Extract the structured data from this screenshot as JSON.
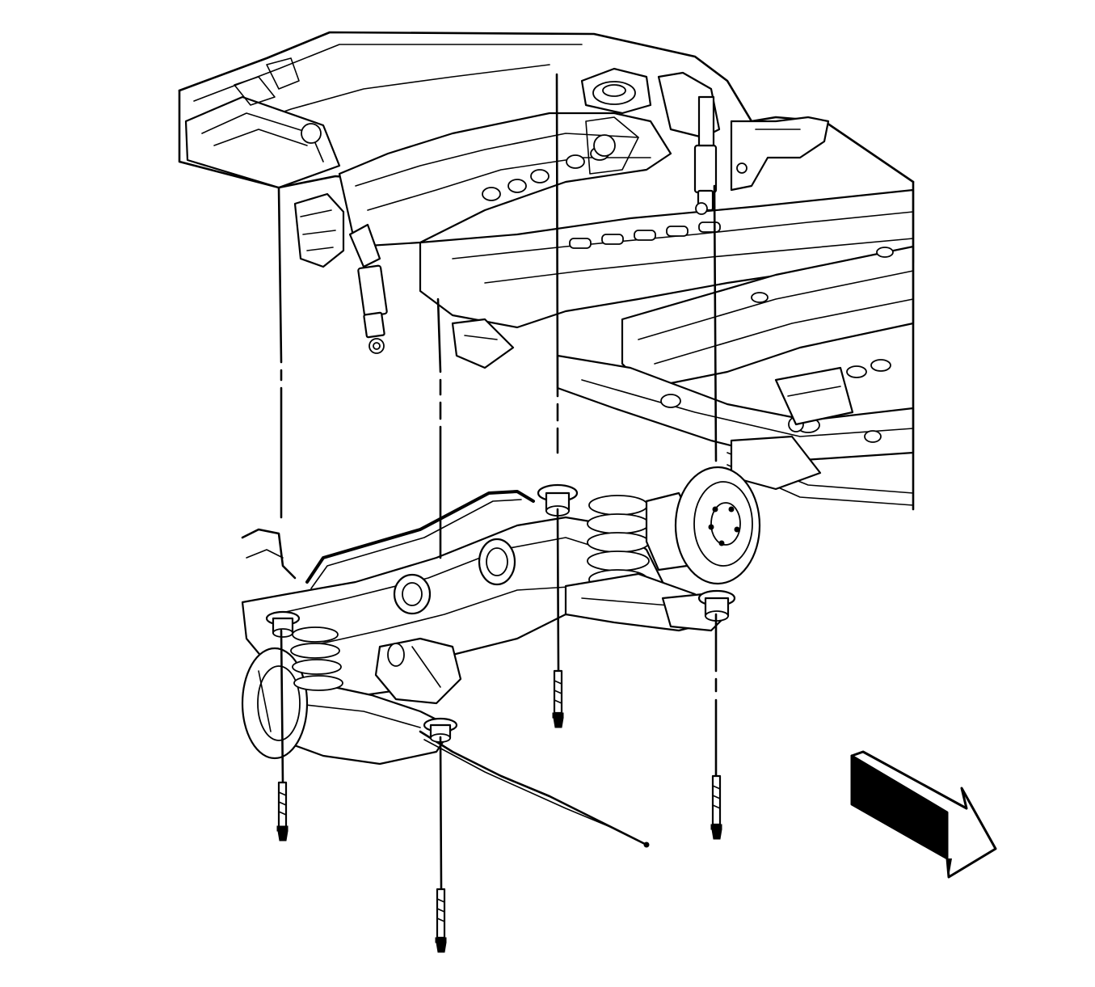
{
  "figure": {
    "kind": "service-manual exploded view (line art, no printed text)",
    "parts": [
      "vehicle-frame-underbody",
      "rear-shock-absorber",
      "rear-suspension-subframe-assembly",
      "coil-spring",
      "brake-rotor-hub",
      "stabilizer-bar",
      "subframe-mount-bushing",
      "subframe-bolt",
      "parking-brake-cable"
    ],
    "bolt_count": 4,
    "direction_indicator": "front-of-vehicle-arrow",
    "colors": {
      "line": "#000000",
      "background": "#ffffff"
    }
  }
}
